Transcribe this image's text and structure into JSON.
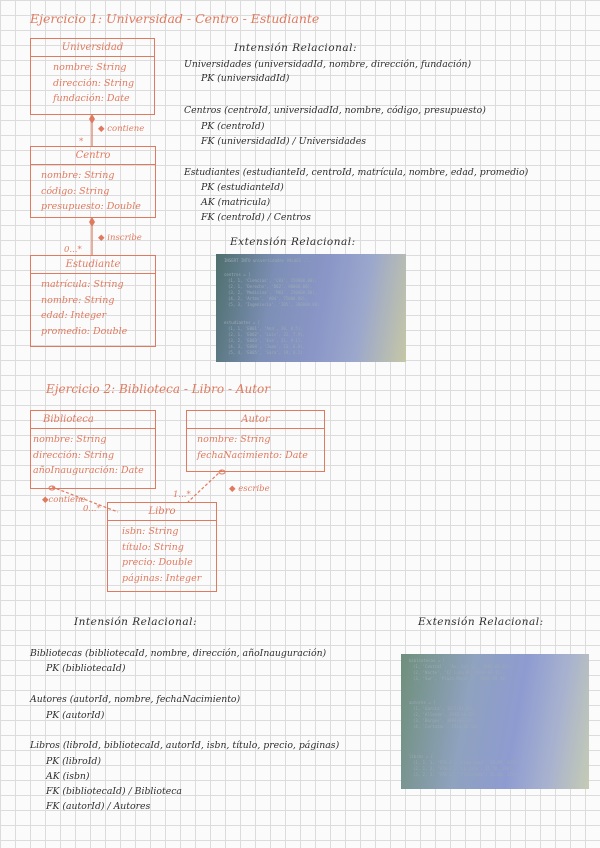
{
  "ex1": {
    "title": "Ejercicio 1: Universidad - Centro - Estudiante",
    "universidad": {
      "name": "Universidad",
      "attrs": [
        "nombre: String",
        "dirección: String",
        "fundación: Date"
      ]
    },
    "centro": {
      "name": "Centro",
      "attrs": [
        "nombre: String",
        "código: String",
        "presupuesto: Double"
      ]
    },
    "estudiante": {
      "name": "Estudiante",
      "attrs": [
        "matrícula: String",
        "nombre: String",
        "edad: Integer",
        "promedio: Double"
      ]
    },
    "rel_contiene": "contiene",
    "rel_mult_star": "*",
    "rel_inscribe": "inscribe",
    "rel_mult_0n": "0...*",
    "intension_title": "Intensión Relacional:",
    "intension_lines": [
      "Universidades (universidadId, nombre, dirección, fundación)",
      "PK (universidadId)",
      "Centros (centroId, universidadId, nombre, código, presupuesto)",
      "PK (centroId)",
      "FK (universidadId) / Universidades",
      "Estudiantes (estudianteId, centroId, matrícula, nombre, edad, promedio)",
      "PK (estudianteId)",
      "AK (matricula)",
      "FK (centroId) / Centros"
    ],
    "extension_title": "Extensión Relacional:"
  },
  "ex2": {
    "title": "Ejercicio 2: Biblioteca - Libro - Autor",
    "biblioteca": {
      "name": "Biblioteca",
      "attrs": [
        "nombre: String",
        "dirección: String",
        "añoInauguración: Date"
      ]
    },
    "autor": {
      "name": "Autor",
      "attrs": [
        "nombre: String",
        "fechaNacimiento: Date"
      ]
    },
    "libro": {
      "name": "Libro",
      "attrs": [
        "isbn: String",
        "título: String",
        "precio: Double",
        "páginas: Integer"
      ]
    },
    "rel_contiene": "contiene",
    "rel_mult_0n": "0...*",
    "rel_escribe": "escribe",
    "rel_mult_1n": "1...*",
    "intension_title": "Intensión Relacional:",
    "extension_title": "Extensión Relacional:",
    "intension_lines": [
      "Bibliotecas (bibliotecaId, nombre, dirección, añoInauguración)",
      "PK (bibliotecaId)",
      "Autores (autorId, nombre, fechaNacimiento)",
      "PK (autorId)",
      "Libros (libroId, bibliotecaId, autorId, isbn, título, precio, páginas)",
      "PK (libroId)",
      "AK (isbn)",
      "FK (bibliotecaId) / Biblioteca",
      "FK (autorId) / Autores"
    ]
  },
  "colors": {
    "ink_accent": "#e07a5f",
    "ink_text": "#2e2e2e",
    "grid": "#dcdcdc"
  }
}
